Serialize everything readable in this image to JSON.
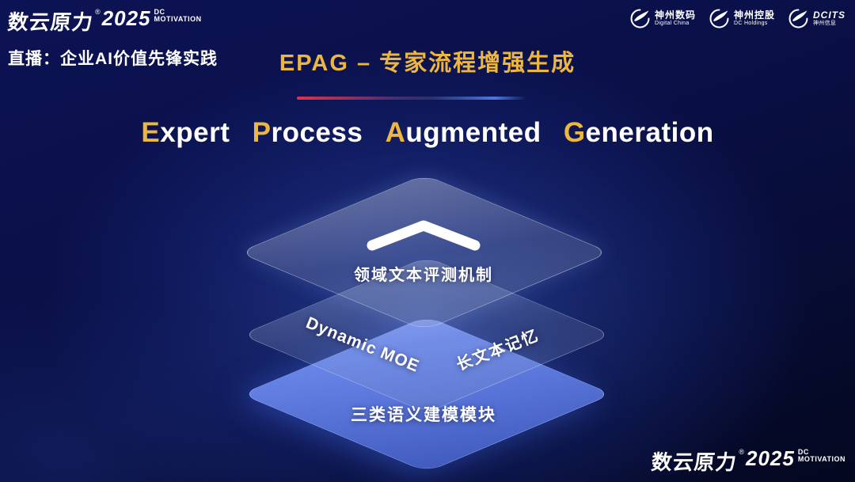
{
  "colors": {
    "gold": "#edb63e",
    "layer_blue": "#6f8cf0",
    "background_navy": "#0a1048",
    "divider_red": "#e0324e",
    "divider_blue": "#4f79e0"
  },
  "brand": {
    "name": "数云原力",
    "reg": "®",
    "year": "2025",
    "sub_top": "DC",
    "sub_bottom": "MOTIVATION"
  },
  "header": {
    "live_label": "直播：企业AI价值先锋实践",
    "title": "EPAG – 专家流程增强生成",
    "logos": [
      {
        "line1": "神州数码",
        "line2": "Digital China"
      },
      {
        "line1": "神州控股",
        "line2": "DC Holdings"
      },
      {
        "line1": "DCITS",
        "line2": "神州信息"
      }
    ]
  },
  "subtitle": {
    "words": [
      {
        "initial": "E",
        "rest": "xpert"
      },
      {
        "initial": "P",
        "rest": "rocess"
      },
      {
        "initial": "A",
        "rest": "ugmented"
      },
      {
        "initial": "G",
        "rest": "eneration"
      }
    ]
  },
  "diagram": {
    "top_layer_label": "领域文本评测机制",
    "mid_layer_label_left": "Dynamic  MOE",
    "mid_layer_label_right": "长文本记忆",
    "bottom_layer_label": "三类语义建模模块"
  }
}
